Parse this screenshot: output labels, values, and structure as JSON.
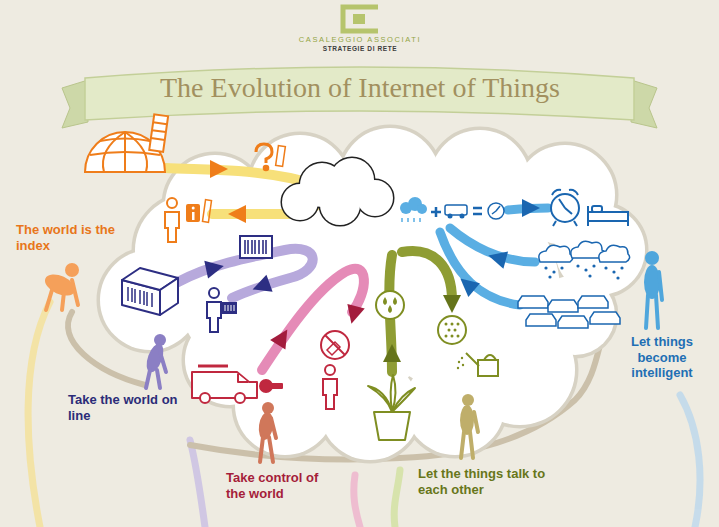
{
  "diagram": {
    "title": "The Evolution of Internet of Things",
    "labels": [
      "CASALEGGIO ASSOCIATI",
      "STRATEGIE DI RETE",
      "The world is the index",
      "Take the world on line",
      "Take control of the world",
      "Let the things talk to each other",
      "Let things become intelligent"
    ]
  }
}
